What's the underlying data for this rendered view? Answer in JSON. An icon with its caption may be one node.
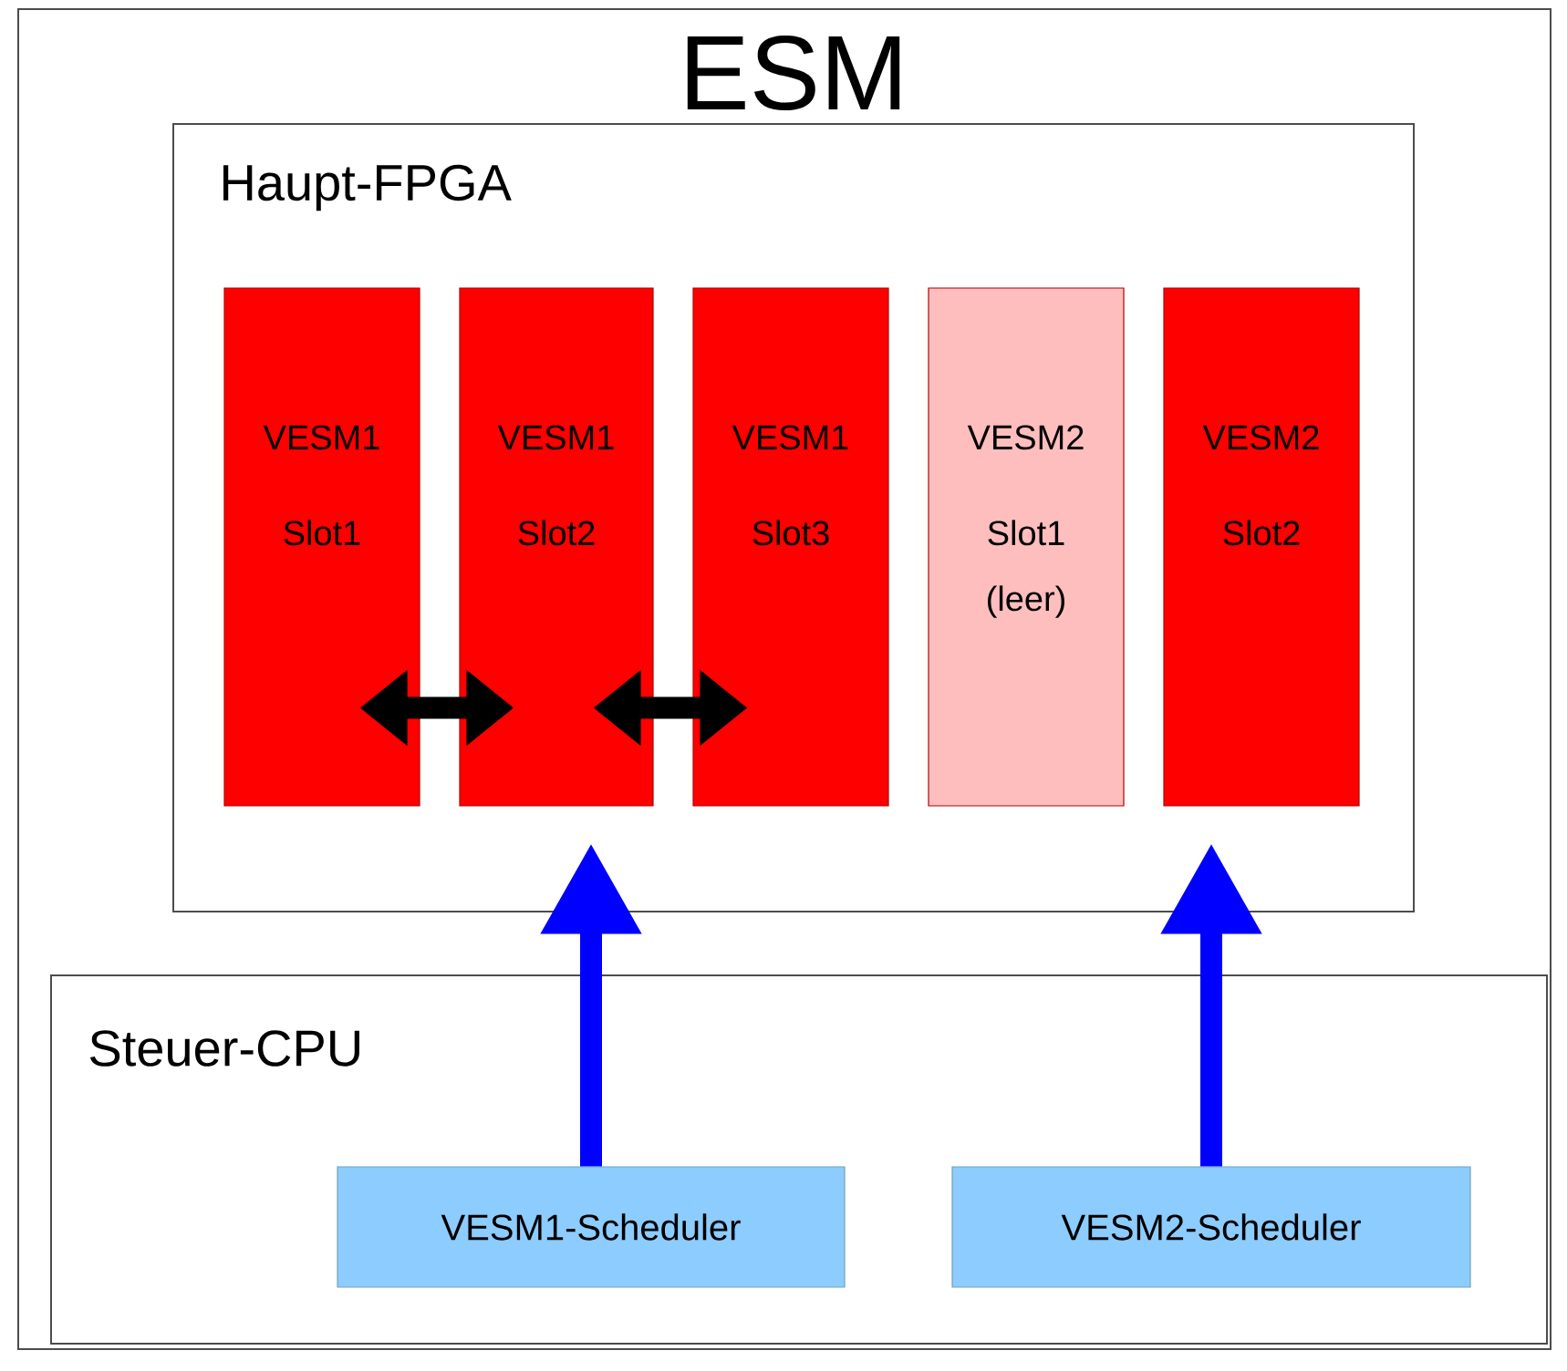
{
  "diagram": {
    "nodes": [
      {
        "text": [
          "ESM"
        ]
      },
      {
        "text": [
          "Haupt-FPGA"
        ],
        "in": 0
      },
      {
        "text": [
          "VESM1",
          "Slot1"
        ],
        "in": 1
      },
      {
        "text": [
          "VESM1",
          "Slot2"
        ],
        "in": 1
      },
      {
        "text": [
          "VESM1",
          "Slot3"
        ],
        "in": 1
      },
      {
        "text": [
          "VESM2",
          "Slot1 (leer)"
        ],
        "in": 1
      },
      {
        "text": [
          "VESM2",
          "Slot2"
        ],
        "in": 1
      },
      {
        "text": [
          "Steuer-CPU"
        ],
        "in": 0
      },
      {
        "text": [
          "VESM1-Scheduler"
        ],
        "in": 7
      },
      {
        "text": [
          "VESM2-Scheduler"
        ],
        "in": 7
      }
    ],
    "edges": [
      {
        "from": 2,
        "to": 3,
        "arrow": "both",
        "color": "#000000"
      },
      {
        "from": 3,
        "to": 4,
        "arrow": "both",
        "color": "#000000"
      },
      {
        "from": 8,
        "to": 3,
        "arrow": "to",
        "color": "#0000ff"
      },
      {
        "from": 9,
        "to": 6,
        "arrow": "to",
        "color": "#0000ff"
      }
    ]
  }
}
